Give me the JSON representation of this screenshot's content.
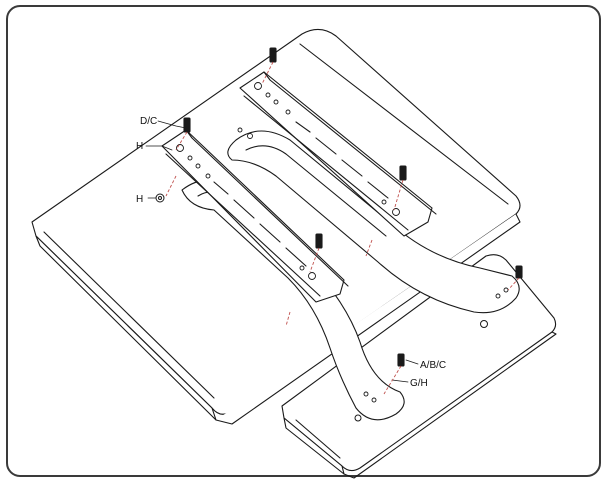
{
  "labels": {
    "dc": "D/C",
    "h_top": "H",
    "h_left": "H",
    "abc": "A/B/C",
    "gh": "G/H"
  },
  "colors": {
    "stroke": "#1a1a1a",
    "screw_guide": "#c0504d",
    "panel_fill": "#ffffff",
    "frame": "#3a3a3a"
  }
}
